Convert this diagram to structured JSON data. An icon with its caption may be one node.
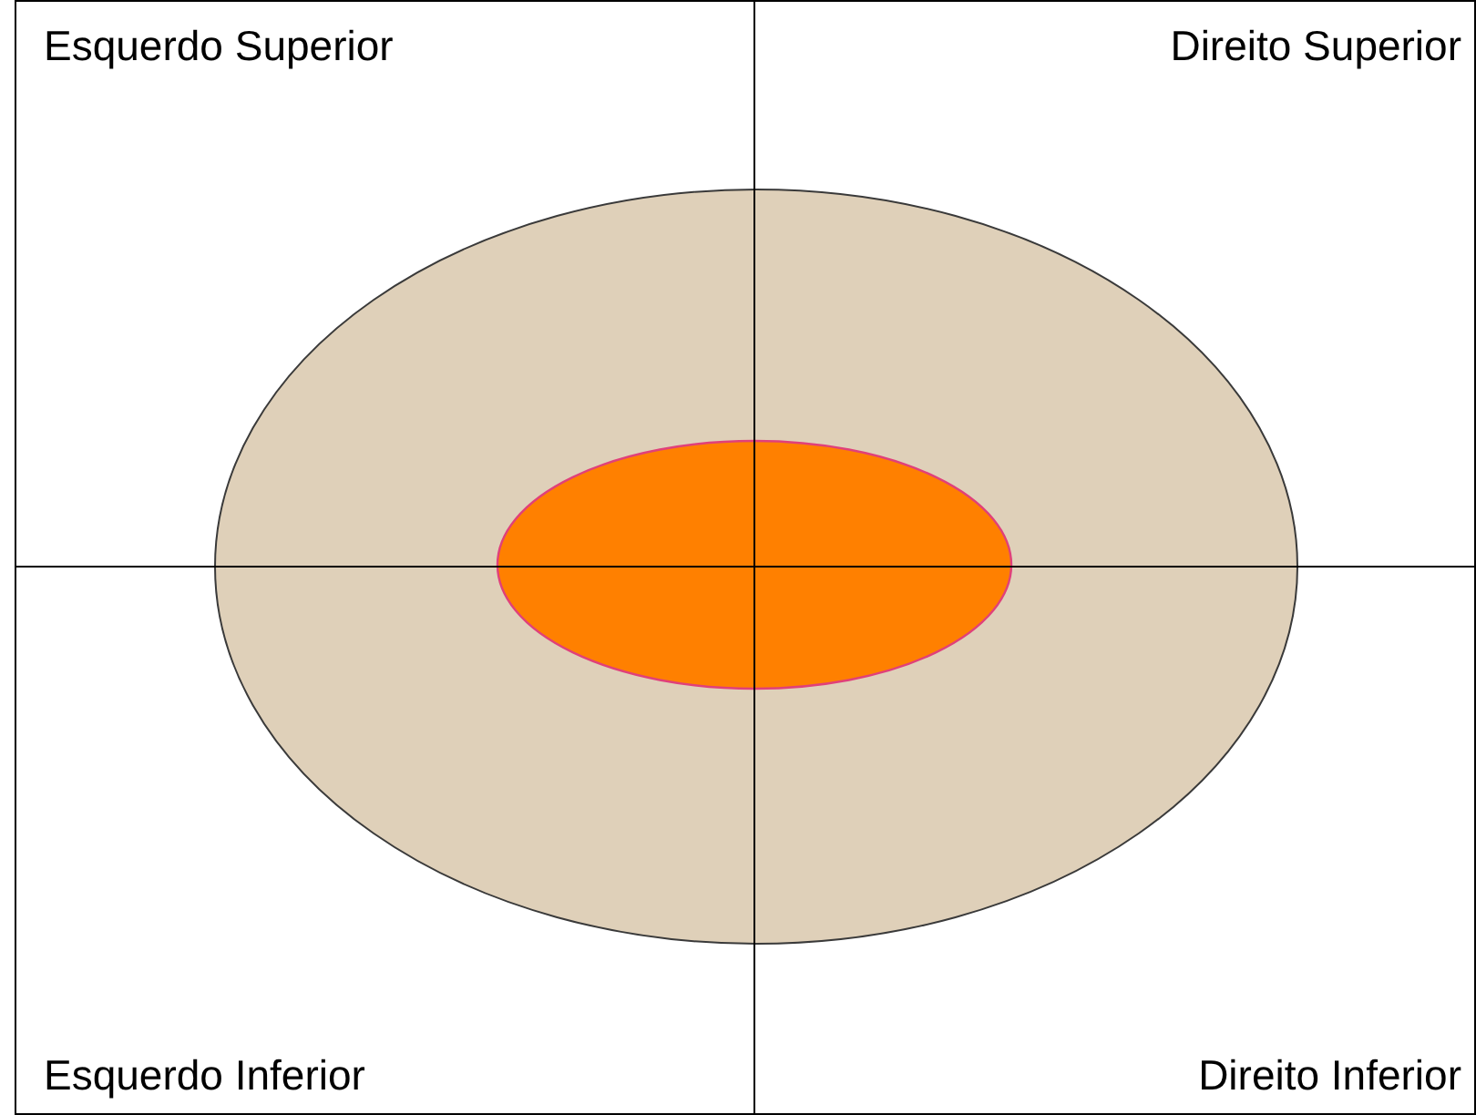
{
  "diagram": {
    "labels": [
      "Esquerdo Superior",
      "Direito Superior",
      "Esquerdo Inferior",
      "Direito Inferior"
    ]
  }
}
